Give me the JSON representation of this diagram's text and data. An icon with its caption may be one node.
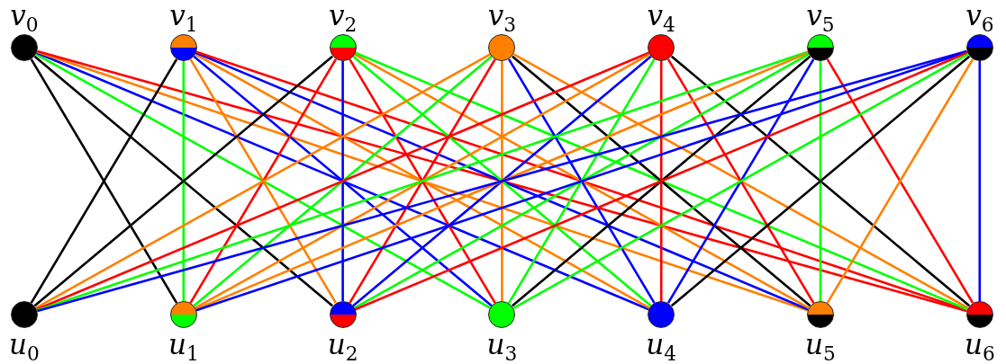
{
  "diagram": {
    "nodes": [
      {
        "text": [],
        "shape": "circle",
        "beside": [
          "v$_{0}$"
        ]
      },
      {
        "text": [],
        "shape": "circle",
        "beside": [
          "v$_{1}$"
        ]
      },
      {
        "text": [],
        "shape": "circle",
        "beside": [
          "v$_{2}$"
        ]
      },
      {
        "text": [],
        "shape": "circle",
        "beside": [
          "v$_{3}$"
        ]
      },
      {
        "text": [],
        "shape": "circle",
        "beside": [
          "v$_{4}$"
        ]
      },
      {
        "text": [],
        "shape": "circle",
        "beside": [
          "v$_{5}$"
        ]
      },
      {
        "text": [],
        "shape": "circle",
        "beside": [
          "v$_{6}$"
        ]
      },
      {
        "text": [],
        "shape": "circle",
        "beside": [
          "u$_{0}$"
        ]
      },
      {
        "text": [],
        "shape": "circle",
        "beside": [
          "u$_{1}$"
        ]
      },
      {
        "text": [],
        "shape": "circle",
        "beside": [
          "u$_{2}$"
        ]
      },
      {
        "text": [],
        "shape": "circle",
        "beside": [
          "u$_{3}$"
        ]
      },
      {
        "text": [],
        "shape": "circle",
        "beside": [
          "u$_{4}$"
        ]
      },
      {
        "text": [],
        "shape": "circle",
        "beside": [
          "u$_{5}$"
        ]
      },
      {
        "text": [],
        "shape": "circle",
        "beside": [
          "u$_{6}$"
        ]
      }
    ],
    "edges": [
      {
        "from": 0,
        "to": 8,
        "arrow": "none",
        "color": "#000000"
      },
      {
        "from": 0,
        "to": 9,
        "arrow": "none",
        "color": "#000000"
      },
      {
        "from": 0,
        "to": 10,
        "arrow": "none",
        "color": "#00ff00"
      },
      {
        "from": 0,
        "to": 11,
        "arrow": "none",
        "color": "#0000ff"
      },
      {
        "from": 0,
        "to": 12,
        "arrow": "none",
        "color": "#ff8000"
      },
      {
        "from": 0,
        "to": 13,
        "arrow": "none",
        "color": "#ff0000"
      },
      {
        "from": 1,
        "to": 7,
        "arrow": "none",
        "color": "#000000"
      },
      {
        "from": 1,
        "to": 8,
        "arrow": "none",
        "color": "#00ff00"
      },
      {
        "from": 1,
        "to": 9,
        "arrow": "none",
        "color": "#ff8000"
      },
      {
        "from": 1,
        "to": 10,
        "arrow": "none",
        "color": "#0000ff"
      },
      {
        "from": 1,
        "to": 11,
        "arrow": "none",
        "color": "#ff8000"
      },
      {
        "from": 1,
        "to": 12,
        "arrow": "none",
        "color": "#0000ff"
      },
      {
        "from": 1,
        "to": 13,
        "arrow": "none",
        "color": "#ff0000"
      },
      {
        "from": 2,
        "to": 7,
        "arrow": "none",
        "color": "#000000"
      },
      {
        "from": 2,
        "to": 8,
        "arrow": "none",
        "color": "#ff0000"
      },
      {
        "from": 2,
        "to": 9,
        "arrow": "none",
        "color": "#0000ff"
      },
      {
        "from": 2,
        "to": 10,
        "arrow": "none",
        "color": "#ff0000"
      },
      {
        "from": 2,
        "to": 11,
        "arrow": "none",
        "color": "#00ff00"
      },
      {
        "from": 2,
        "to": 12,
        "arrow": "none",
        "color": "#ff8000"
      },
      {
        "from": 2,
        "to": 13,
        "arrow": "none",
        "color": "#00ff00"
      },
      {
        "from": 3,
        "to": 7,
        "arrow": "none",
        "color": "#ff8000"
      },
      {
        "from": 3,
        "to": 8,
        "arrow": "none",
        "color": "#00ff00"
      },
      {
        "from": 3,
        "to": 9,
        "arrow": "none",
        "color": "#ff0000"
      },
      {
        "from": 3,
        "to": 10,
        "arrow": "none",
        "color": "#ff8000"
      },
      {
        "from": 3,
        "to": 11,
        "arrow": "none",
        "color": "#0000ff"
      },
      {
        "from": 3,
        "to": 12,
        "arrow": "none",
        "color": "#000000"
      },
      {
        "from": 3,
        "to": 13,
        "arrow": "none",
        "color": "#ff8000"
      },
      {
        "from": 4,
        "to": 7,
        "arrow": "none",
        "color": "#ff0000"
      },
      {
        "from": 4,
        "to": 8,
        "arrow": "none",
        "color": "#ff8000"
      },
      {
        "from": 4,
        "to": 9,
        "arrow": "none",
        "color": "#0000ff"
      },
      {
        "from": 4,
        "to": 10,
        "arrow": "none",
        "color": "#00ff00"
      },
      {
        "from": 4,
        "to": 11,
        "arrow": "none",
        "color": "#ff0000"
      },
      {
        "from": 4,
        "to": 12,
        "arrow": "none",
        "color": "#ff0000"
      },
      {
        "from": 4,
        "to": 13,
        "arrow": "none",
        "color": "#000000"
      },
      {
        "from": 5,
        "to": 7,
        "arrow": "none",
        "color": "#00ff00"
      },
      {
        "from": 5,
        "to": 8,
        "arrow": "none",
        "color": "#ff8000"
      },
      {
        "from": 5,
        "to": 9,
        "arrow": "none",
        "color": "#00ff00"
      },
      {
        "from": 5,
        "to": 10,
        "arrow": "none",
        "color": "#000000"
      },
      {
        "from": 5,
        "to": 11,
        "arrow": "none",
        "color": "#0000ff"
      },
      {
        "from": 5,
        "to": 12,
        "arrow": "none",
        "color": "#00ff00"
      },
      {
        "from": 5,
        "to": 13,
        "arrow": "none",
        "color": "#ff0000"
      },
      {
        "from": 6,
        "to": 7,
        "arrow": "none",
        "color": "#0000ff"
      },
      {
        "from": 6,
        "to": 8,
        "arrow": "none",
        "color": "#0000ff"
      },
      {
        "from": 6,
        "to": 9,
        "arrow": "none",
        "color": "#ff0000"
      },
      {
        "from": 6,
        "to": 10,
        "arrow": "none",
        "color": "#00ff00"
      },
      {
        "from": 6,
        "to": 11,
        "arrow": "none",
        "color": "#000000"
      },
      {
        "from": 6,
        "to": 12,
        "arrow": "none",
        "color": "#ff8000"
      },
      {
        "from": 6,
        "to": 13,
        "arrow": "none",
        "color": "#0000ff"
      }
    ]
  }
}
